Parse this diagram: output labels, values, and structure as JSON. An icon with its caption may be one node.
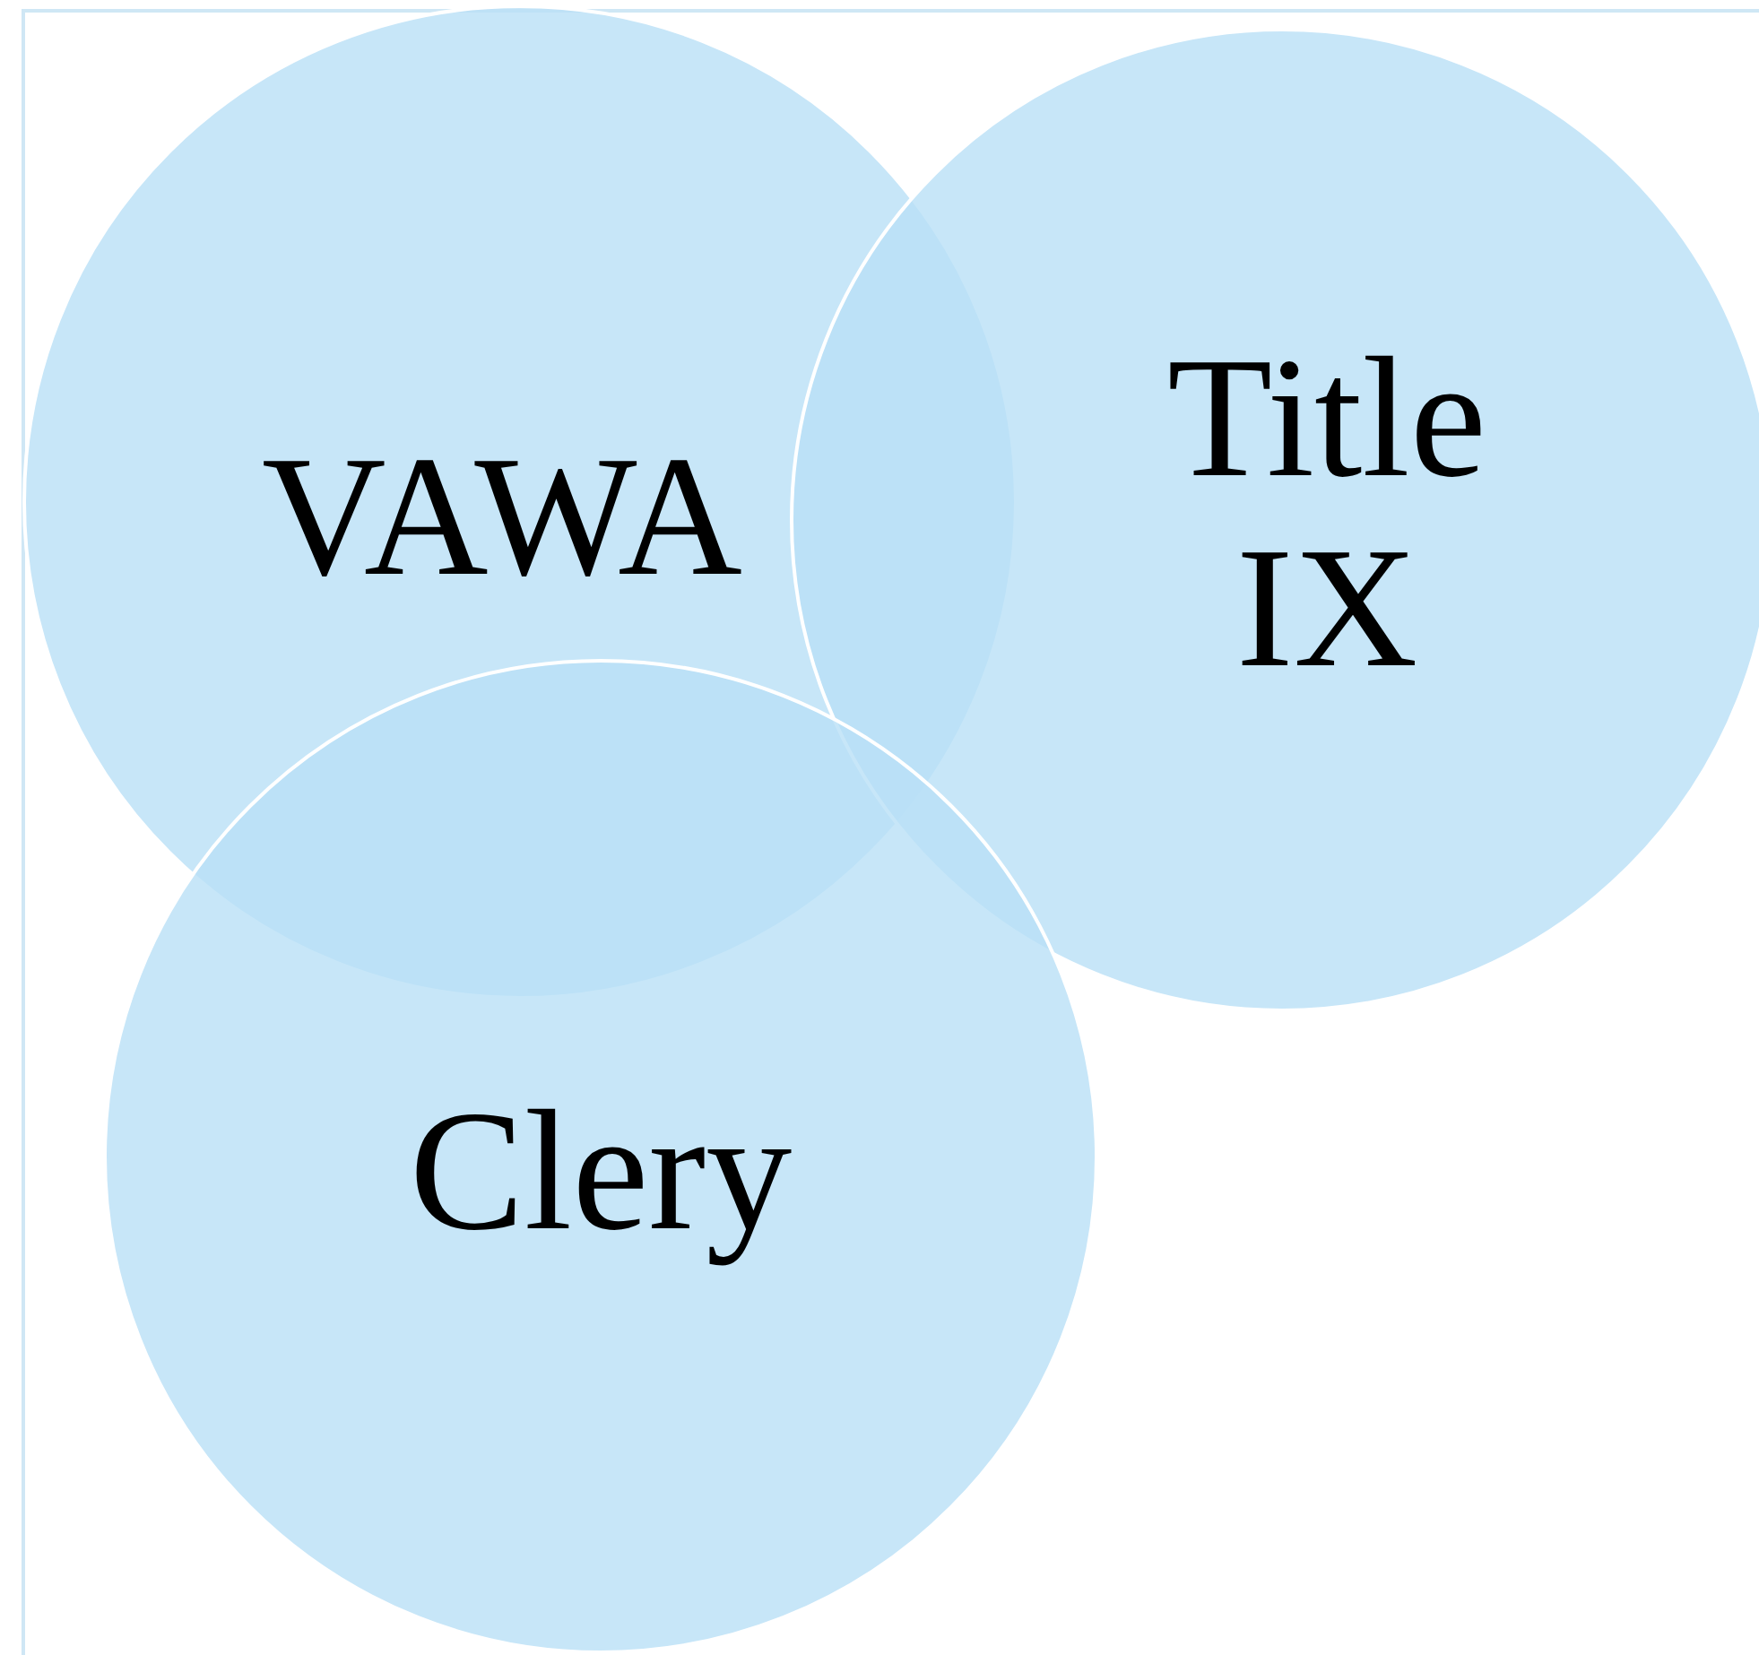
{
  "diagram": {
    "nodes": [
      {
        "text": [
          "VAWA"
        ]
      },
      {
        "text": [
          "Title IX"
        ]
      },
      {
        "text": [
          "Clery"
        ]
      }
    ],
    "edges": []
  }
}
